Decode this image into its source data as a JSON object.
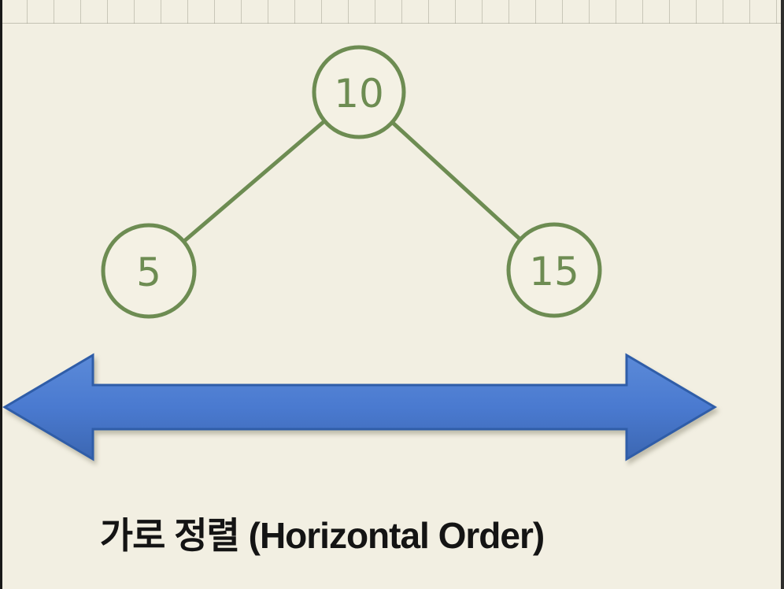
{
  "diagram": {
    "type": "binary-tree",
    "nodes": [
      {
        "id": "root",
        "label": "10"
      },
      {
        "id": "left",
        "label": "5"
      },
      {
        "id": "right",
        "label": "15"
      }
    ],
    "edges": [
      {
        "from": "10",
        "to": "5"
      },
      {
        "from": "10",
        "to": "15"
      }
    ],
    "arrow": {
      "shape": "double-headed",
      "direction": "horizontal"
    },
    "caption": "가로 정렬 (Horizontal Order)",
    "colors": {
      "background": "#f2efe2",
      "node_stroke": "#6d8c52",
      "node_label": "#6d8c52",
      "edge": "#6d8c52",
      "arrow_fill": "#4a7ad0",
      "arrow_stroke": "#2f5da8",
      "caption": "#141414",
      "grid_line": "#9a9a86"
    }
  }
}
